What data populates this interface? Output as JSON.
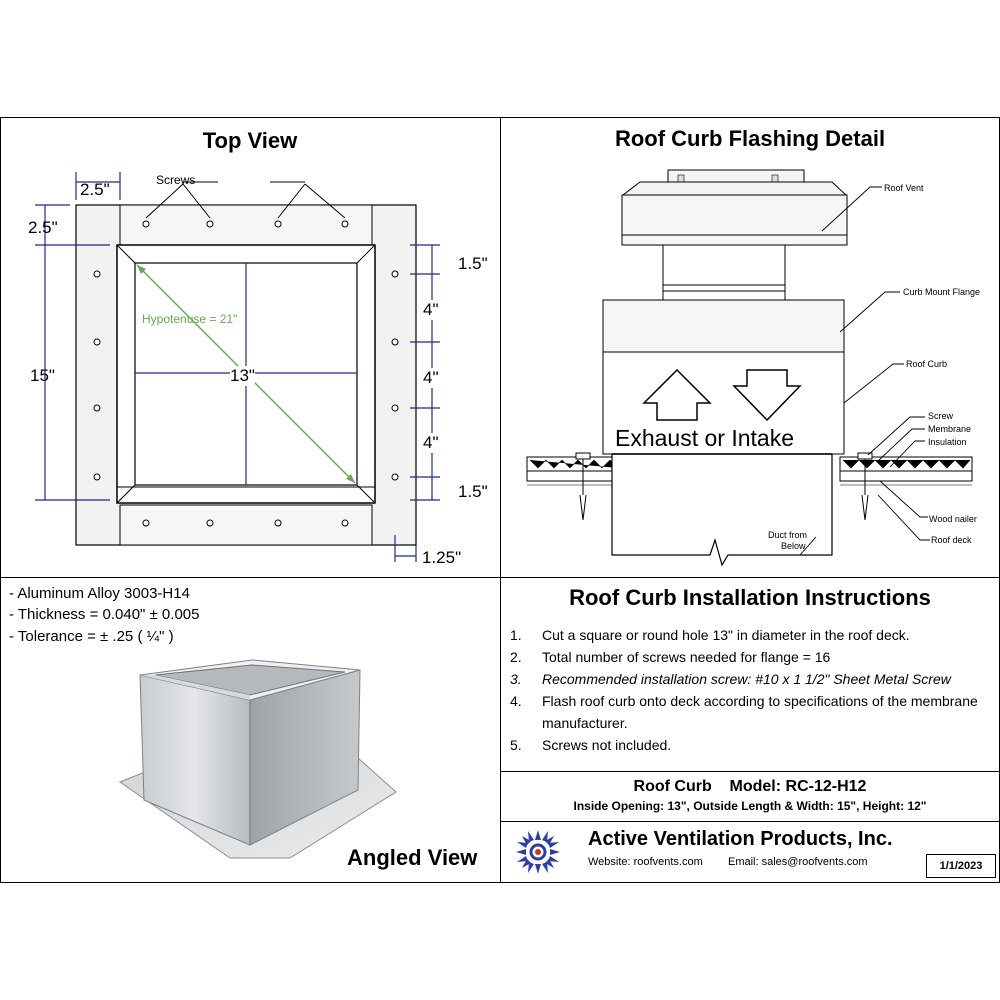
{
  "top_view": {
    "title": "Top View",
    "screws_label": "Screws",
    "dim_flange_width": "2.5\"",
    "dim_flange_height": "2.5\"",
    "dim_outside": "15\"",
    "dim_inside": "13\"",
    "dim_hypotenuse": "Hypotenuse = 21\"",
    "dim_top_offset": "1.5\"",
    "dim_spacing_1": "4\"",
    "dim_spacing_2": "4\"",
    "dim_spacing_3": "4\"",
    "dim_bottom_offset": "1.5\"",
    "dim_edge": "1.25\""
  },
  "flashing_detail": {
    "title": "Roof Curb Flashing Detail",
    "center_text": "Exhaust or Intake",
    "callouts": {
      "roof_vent": "Roof Vent",
      "curb_mount_flange": "Curb Mount Flange",
      "roof_curb": "Roof Curb",
      "screw": "Screw",
      "membrane": "Membrane",
      "insulation": "Insulation",
      "wood_nailer": "Wood nailer",
      "roof_deck": "Roof deck",
      "duct_line1": "Duct from",
      "duct_line2": "Below"
    }
  },
  "specs": {
    "line1": "- Aluminum Alloy 3003-H14",
    "line2": "- Thickness = 0.040\" ± 0.005",
    "line3": "- Tolerance =  ± .25 ( ¼\" )",
    "angled_label": "Angled View"
  },
  "instructions": {
    "title": "Roof Curb Installation Instructions",
    "items": [
      {
        "num": "1.",
        "text": "Cut a square or round hole 13\" in diameter in the roof deck."
      },
      {
        "num": "2.",
        "text": "Total number of screws needed for flange = 16"
      },
      {
        "num": "3.",
        "text": "Recommended installation screw: #10 x 1 1/2\" Sheet Metal Screw"
      },
      {
        "num": "4.",
        "text": "Flash roof curb onto deck according to specifications of the membrane manufacturer."
      },
      {
        "num": "5.",
        "text": "Screws not included."
      }
    ]
  },
  "model": {
    "line1": "Roof Curb    Model: RC-12-H12",
    "line2": "Inside Opening: 13\",  Outside Length & Width: 15\",  Height: 12\""
  },
  "company": {
    "name": "Active Ventilation Products, Inc.",
    "website": "Website:  roofvents.com",
    "email": "Email:  sales@roofvents.com",
    "date": "1/1/2023"
  },
  "colors": {
    "dimension_blue": "#1f2a8a",
    "hypotenuse_green": "#6aa84f",
    "logo_blue": "#2d3fa0"
  }
}
